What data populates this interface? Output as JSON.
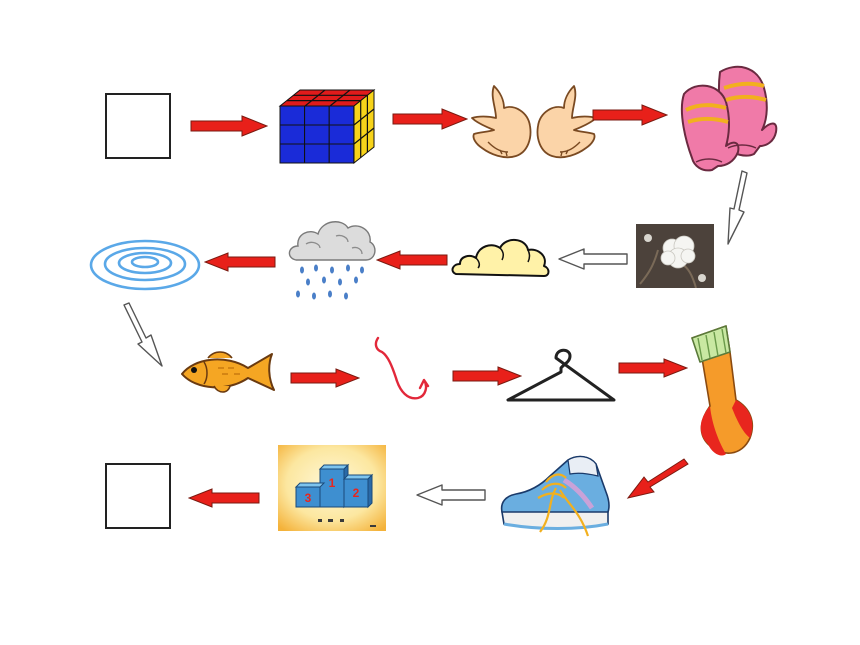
{
  "title": "",
  "colors": {
    "arrow_red": "#e8201a",
    "arrow_outline": "#555555",
    "rubik_blue": "#1a2bd8",
    "rubik_yellow": "#f7d31a",
    "rubik_red": "#e01b1b",
    "mitten_pink": "#f07aa8",
    "mitten_stripe": "#f2b01e",
    "sock_orange": "#f59b2a",
    "sock_green": "#c9e8a2",
    "sock_red": "#e8261e",
    "fish_orange": "#f5a623",
    "hook_red": "#e2283a",
    "ripple_blue": "#5aa8e8",
    "cloud_yellow": "#fff2a8",
    "shoe_blue": "#6aaee0"
  },
  "sequence": [
    {
      "id": "start",
      "icon": "blank-box"
    },
    {
      "id": "rubiks-cube",
      "icon": "rubiks-cube-icon"
    },
    {
      "id": "hands",
      "icon": "open-hands-icon"
    },
    {
      "id": "mittens",
      "icon": "mittens-icon"
    },
    {
      "id": "cotton",
      "icon": "cotton-boll-icon"
    },
    {
      "id": "cloud",
      "icon": "cloud-icon"
    },
    {
      "id": "rain-cloud",
      "icon": "rain-cloud-icon"
    },
    {
      "id": "water-ripples",
      "icon": "water-ripples-icon"
    },
    {
      "id": "fish",
      "icon": "fish-icon"
    },
    {
      "id": "fish-hook",
      "icon": "fish-hook-icon"
    },
    {
      "id": "clothes-hanger",
      "icon": "clothes-hanger-icon"
    },
    {
      "id": "sock",
      "icon": "sock-icon"
    },
    {
      "id": "sneaker",
      "icon": "sneaker-icon"
    },
    {
      "id": "podium",
      "icon": "podium-icon"
    },
    {
      "id": "end",
      "icon": "blank-box"
    }
  ],
  "podium": {
    "first": "1",
    "second": "2",
    "third": "3"
  }
}
